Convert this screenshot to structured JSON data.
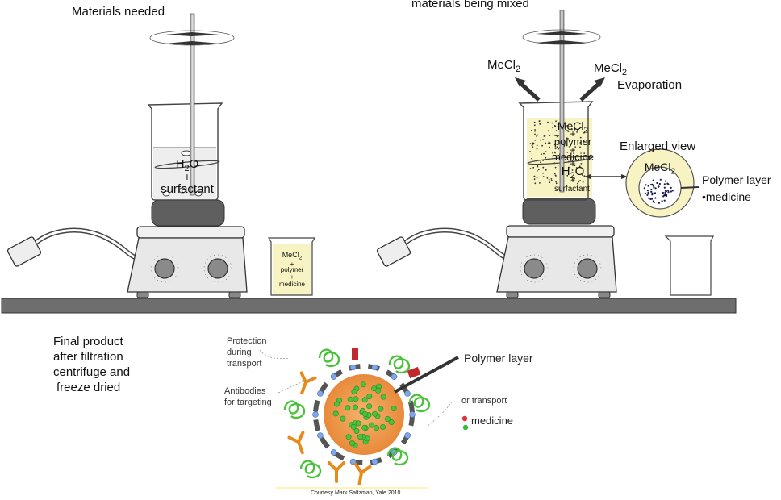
{
  "setup_left": {
    "title": "Materials needed",
    "beaker_h2o": "H",
    "beaker_h2o_sub": "2",
    "beaker_h2o_end": "O",
    "beaker_plus": "+",
    "beaker_surfactant": "surfactant"
  },
  "small_beaker": {
    "mecl": "MeCl",
    "mecl_sub": "2",
    "plus1": "+",
    "polymer": "polymer",
    "plus2": "+",
    "medicine": "medicine"
  },
  "setup_right": {
    "title": "materials being mixed",
    "vapor_left": "MeCl",
    "vapor_left_sub": "2",
    "vapor_right": "MeCl",
    "vapor_right_sub": "2",
    "evaporation": "Evaporation",
    "mix_mecl": "MeCl",
    "mix_mecl_sub": "2",
    "mix_plus1": "+",
    "mix_polymer": "polymer",
    "mix_plus2": "+",
    "mix_medicine": "medicine",
    "mix_plus3": "+",
    "mix_h2o": "H",
    "mix_h2o_sub": "2",
    "mix_h2o_end": "O",
    "mix_plus4": "+",
    "mix_surfactant": "surfactant"
  },
  "enlarged": {
    "title": "Enlarged view",
    "mecl": "MeCl",
    "mecl_sub": "2",
    "polymer_layer": "Polymer layer",
    "medicine": "medicine"
  },
  "final": {
    "line1": "Final product",
    "line2": "after filtration",
    "line3": "centrifuge and",
    "line4": "freeze dried"
  },
  "nanoparticle": {
    "protection_1": "Protection",
    "protection_2": "during",
    "protection_3": "transport",
    "antibodies_1": "Antibodies",
    "antibodies_2": "for targeting",
    "polymer_layer": "Polymer layer",
    "transport": "or transport",
    "medicine": "medicine",
    "credit": "Courtesy Mark Saltzman, Yale 2010"
  },
  "colors": {
    "bench": "#6e6e6e",
    "hotplate": "#e8e8e8",
    "heat_pad": "#5f5f5f",
    "mixture": "#f8f3c2",
    "core": "#f2a25a",
    "polymer_green": "#4bc23c",
    "antibody": "#e88a1a"
  }
}
